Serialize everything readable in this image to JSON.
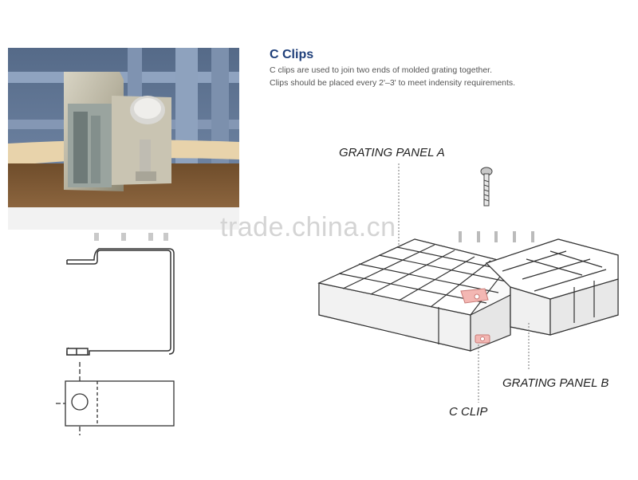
{
  "header": {
    "title": "C Clips",
    "line1": "C clips are used to join two ends of molded grating together.",
    "line2": "Clips should be placed every 2'–3' to meet indensity requirements."
  },
  "watermark": "trade.china.cn",
  "labels": {
    "panel_a": "GRATING PANEL A",
    "panel_b": "GRATING PANEL B",
    "clip": "C CLIP"
  },
  "colors": {
    "title": "#1f3f7a",
    "grating_blue": "#6a7f9c",
    "rail_tan": "#e8d3ab",
    "clip_highlight": "#f3b7b3"
  }
}
